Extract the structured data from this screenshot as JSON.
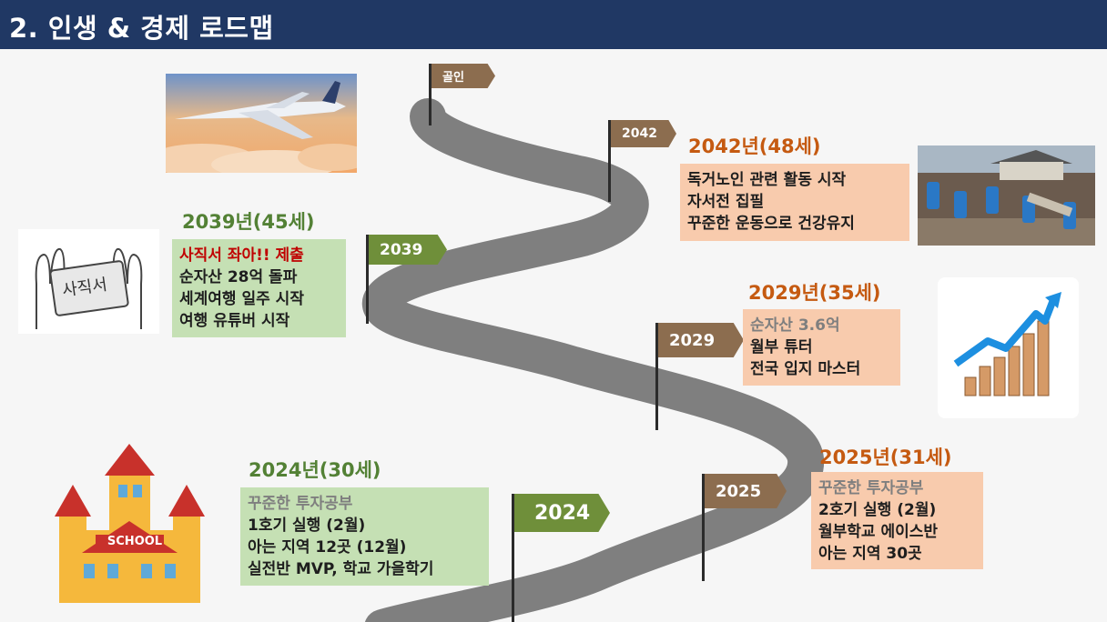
{
  "header": {
    "title": "2. 인생 & 경제 로드맵"
  },
  "colors": {
    "header_bg": "#203864",
    "road": "#7f7f7f",
    "flag_brown": "#8c6d4f",
    "flag_green": "#6f8f3a",
    "salmon_box": "#f8cbad",
    "green_box": "#c5e0b4",
    "orange_text": "#c55a11",
    "green_text": "#538135"
  },
  "flags": {
    "goal": "골인",
    "y2042": "2042",
    "y2039": "2039",
    "y2029": "2029",
    "y2025": "2025",
    "y2024": "2024"
  },
  "milestones": {
    "m2042": {
      "title": "2042년(48세)",
      "lines": [
        "독거노인 관련 활동 시작",
        "자서전 집필",
        "꾸준한 운동으로 건강유지"
      ]
    },
    "m2039": {
      "title": "2039년(45세)",
      "lines": [
        "사직서 좌아!! 제출",
        "순자산 28억 돌파",
        "세계여행 일주 시작",
        "여행 유튜버 시작"
      ]
    },
    "m2029": {
      "title": "2029년(35세)",
      "lines": [
        "순자산 3.6억",
        "월부 튜터",
        "전국 입지 마스터"
      ]
    },
    "m2025": {
      "title": "2025년(31세)",
      "lines": [
        "꾸준한 투자공부",
        "2호기 실행 (2월)",
        "월부학교 에이스반",
        "아는 지역 30곳"
      ]
    },
    "m2024": {
      "title": "2024년(30세)",
      "lines": [
        "꾸준한 투자공부",
        "1호기 실행 (2월)",
        "아는 지역 12곳 (12월)",
        "실전반 MVP, 학교 가을학기"
      ]
    }
  },
  "images": {
    "resignation_text": "사직서",
    "school_sign": "SCHOOL"
  }
}
